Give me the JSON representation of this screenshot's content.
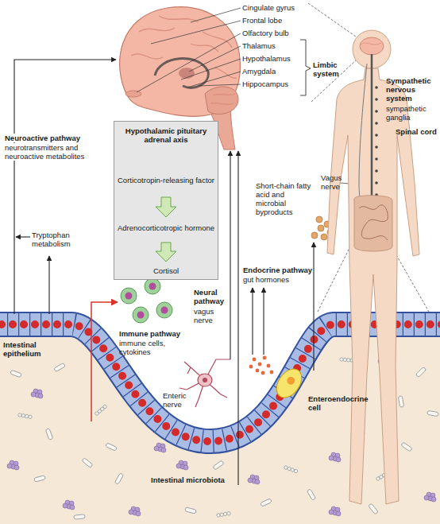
{
  "diagram": {
    "nodes": [
      {
        "text": [
          "Hypothalamic pituitary adrenal axis",
          "Corticotropin-releasing factor",
          "Adrenocorticotropic hormone",
          "Cortisol"
        ]
      }
    ],
    "labels": [
      "Cingulate gyrus",
      "Frontal lobe",
      "Olfactory bulb",
      "Thalamus",
      "Hypothalamus",
      "Amygdala",
      "Hippocampus",
      "Limbic system",
      "Sympathetic nervous system",
      "sympathetic ganglia",
      "Spinal cord",
      "Vagus nerve",
      "Neuroactive pathway",
      "neurotransmitters and neuroactive metabolites",
      "Short-chain fatty acid and microbial byproducts",
      "Tryptophan metabolism",
      "Endocrine pathway",
      "gut hormones",
      "Neural pathway",
      "vagus nerve",
      "Immune pathway",
      "immune cells, cytokines",
      "Intestinal epithelium",
      "Enteric nerve",
      "Enteroendocrine cell",
      "Intestinal microbiota"
    ]
  }
}
